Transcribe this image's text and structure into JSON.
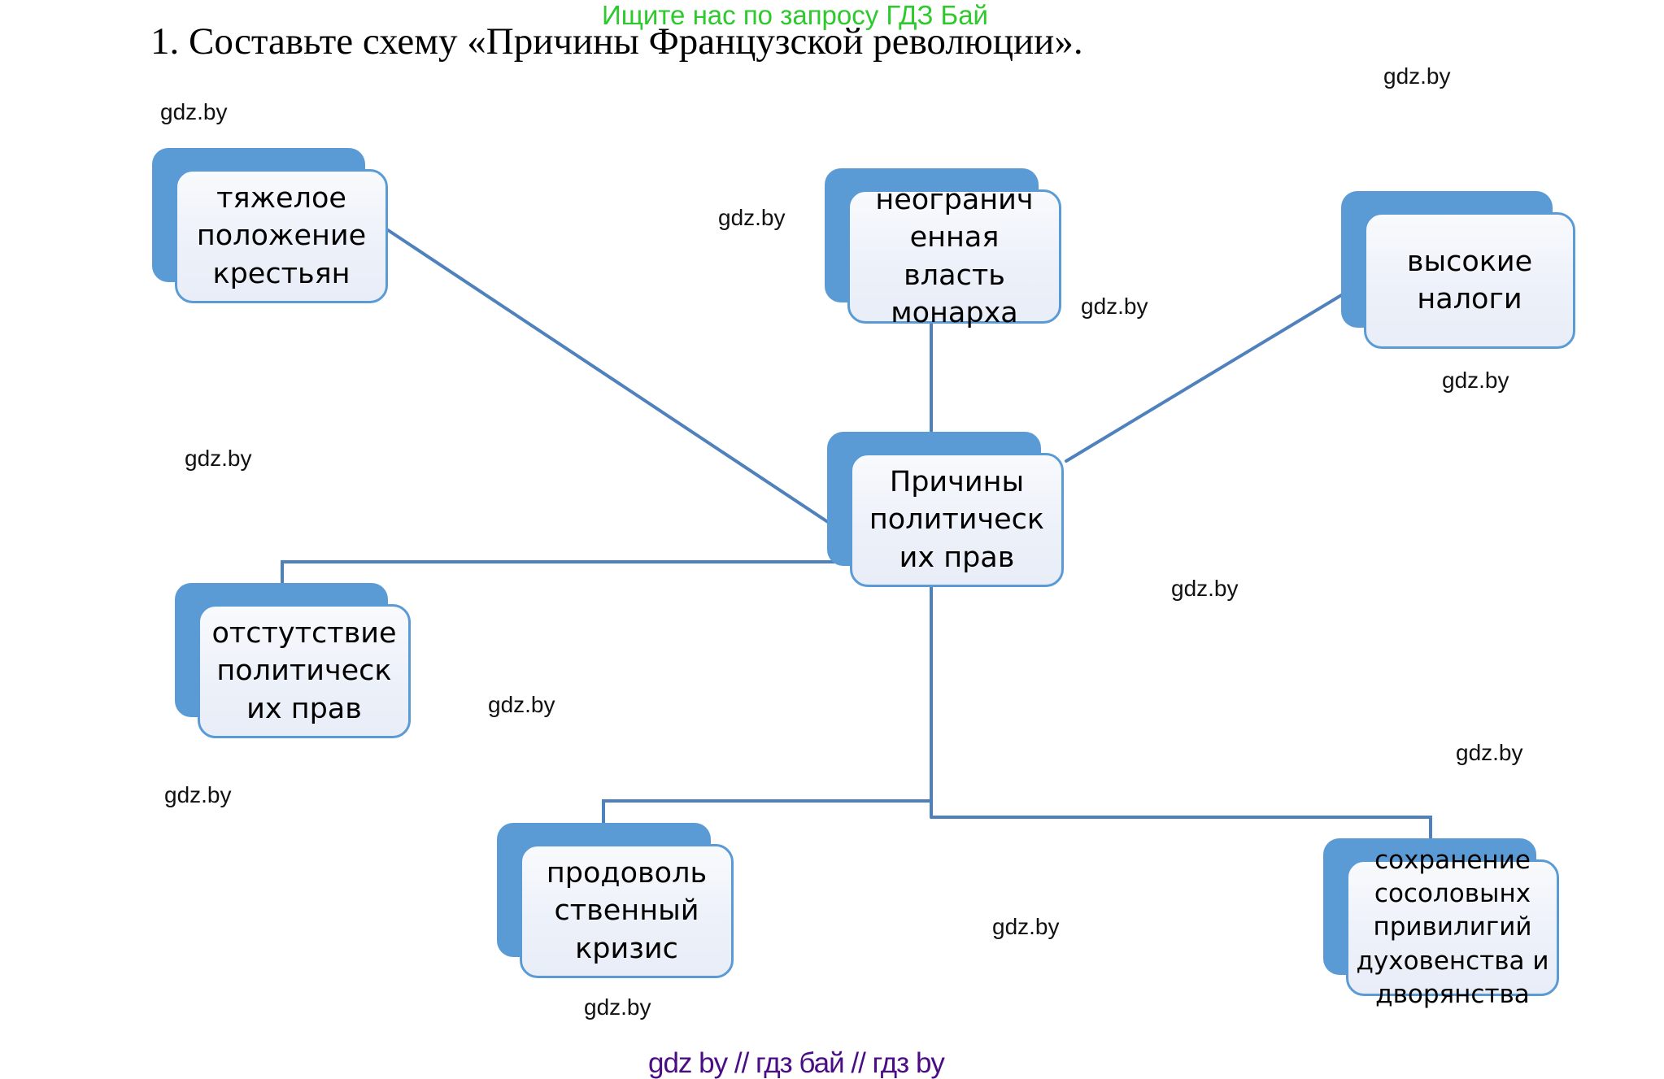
{
  "page": {
    "promo_top": {
      "text": "Ищите нас по запросу ГДЗ Бай",
      "color": "#2dc92d"
    },
    "title": "1. Составьте схему «Причины Французской революции».",
    "footer": {
      "text": "gdz by  //  гдз бай  //  гдз by",
      "color": "#4b0d85"
    }
  },
  "diagram": {
    "watermark": "gdz.by",
    "colors": {
      "panel_blue": "#5b9bd5",
      "card_fill": "#edf1f9",
      "card_border": "#5b9bd5",
      "connector": "#4f81bd",
      "text": "#000000"
    },
    "center": {
      "label": "Причины\nполитическ\nих прав"
    },
    "nodes": [
      {
        "id": "peasants",
        "label": "тяжелое\nположение\nкрестьян"
      },
      {
        "id": "monarch",
        "label": "неогранич\nенная\nвласть\nмонарха"
      },
      {
        "id": "taxes",
        "label": "высокие\nналоги"
      },
      {
        "id": "rights",
        "label": "отстутствие\nполитическ\nих прав"
      },
      {
        "id": "food",
        "label": "продоволь\nственный\nкризис"
      },
      {
        "id": "privileges",
        "label": "сохранение\nсосоловынх\nпривилигий\nдуховенства и\nдворянства"
      }
    ]
  }
}
